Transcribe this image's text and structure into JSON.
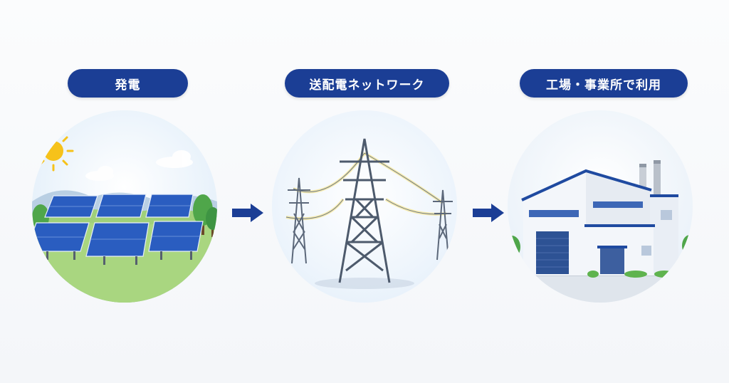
{
  "steps": [
    {
      "label": "発電",
      "illustration": "solar-panel-field-icon"
    },
    {
      "label": "送配電ネットワーク",
      "illustration": "transmission-tower-icon"
    },
    {
      "label": "工場・事業所で利用",
      "illustration": "factory-building-icon"
    }
  ],
  "colors": {
    "pill": "#1b3e95",
    "arrow": "#1b3e95",
    "sun": "#f6c21a",
    "panel": "#2a5dc0",
    "tower": "#4d5a6c",
    "factory_trim": "#1f4aa0"
  }
}
